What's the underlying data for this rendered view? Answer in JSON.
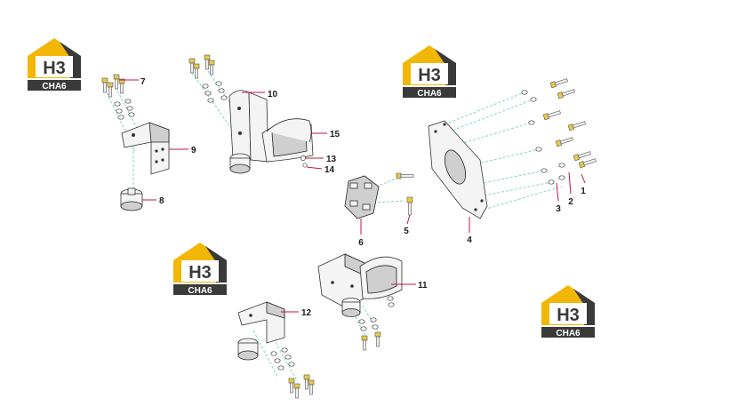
{
  "logos": [
    {
      "letters": "H3",
      "sub": "CHA6"
    },
    {
      "letters": "H3",
      "sub": "CHA6"
    },
    {
      "letters": "H3",
      "sub": "CHA6"
    },
    {
      "letters": "H3",
      "sub": "CHA6"
    }
  ],
  "callouts": [
    "1",
    "2",
    "3",
    "4",
    "5",
    "6",
    "7",
    "8",
    "9",
    "10",
    "11",
    "12",
    "13",
    "14",
    "15"
  ],
  "colors": {
    "logo_yellow": "#f2b705",
    "logo_dark": "#3a3a3a",
    "leader": "#c0143c",
    "dash": "#7fd6c8",
    "bolt": "#e8c94a"
  }
}
